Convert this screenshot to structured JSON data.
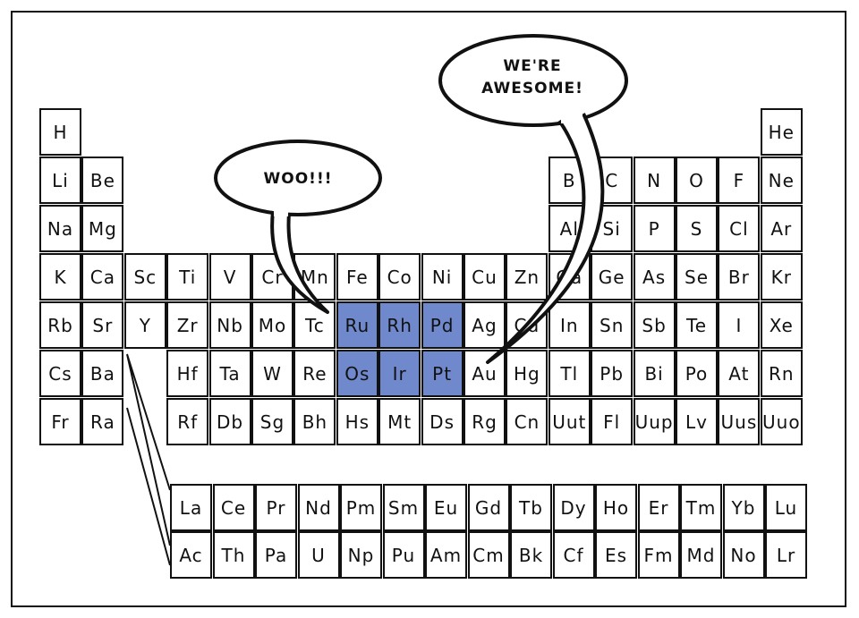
{
  "colors": {
    "highlight": "#7089cc",
    "ink": "#111111"
  },
  "bubbles": {
    "woo": "WOO!!!",
    "awesome_line1": "WE'RE",
    "awesome_line2": "AWESOME!"
  },
  "main_rows": [
    [
      "H",
      "",
      "",
      "",
      "",
      "",
      "",
      "",
      "",
      "",
      "",
      "",
      "",
      "",
      "",
      "",
      "",
      "He"
    ],
    [
      "Li",
      "Be",
      "",
      "",
      "",
      "",
      "",
      "",
      "",
      "",
      "",
      "",
      "B",
      "C",
      "N",
      "O",
      "F",
      "Ne"
    ],
    [
      "Na",
      "Mg",
      "",
      "",
      "",
      "",
      "",
      "",
      "",
      "",
      "",
      "",
      "Al",
      "Si",
      "P",
      "S",
      "Cl",
      "Ar"
    ],
    [
      "K",
      "Ca",
      "Sc",
      "Ti",
      "V",
      "Cr",
      "Mn",
      "Fe",
      "Co",
      "Ni",
      "Cu",
      "Zn",
      "Ga",
      "Ge",
      "As",
      "Se",
      "Br",
      "Kr"
    ],
    [
      "Rb",
      "Sr",
      "Y",
      "Zr",
      "Nb",
      "Mo",
      "Tc",
      "Ru",
      "Rh",
      "Pd",
      "Ag",
      "Cd",
      "In",
      "Sn",
      "Sb",
      "Te",
      "I",
      "Xe"
    ],
    [
      "Cs",
      "Ba",
      "",
      "Hf",
      "Ta",
      "W",
      "Re",
      "Os",
      "Ir",
      "Pt",
      "Au",
      "Hg",
      "Tl",
      "Pb",
      "Bi",
      "Po",
      "At",
      "Rn"
    ],
    [
      "Fr",
      "Ra",
      "",
      "Rf",
      "Db",
      "Sg",
      "Bh",
      "Hs",
      "Mt",
      "Ds",
      "Rg",
      "Cn",
      "Uut",
      "Fl",
      "Uup",
      "Lv",
      "Uus",
      "Uuo"
    ]
  ],
  "lanthanides": [
    "La",
    "Ce",
    "Pr",
    "Nd",
    "Pm",
    "Sm",
    "Eu",
    "Gd",
    "Tb",
    "Dy",
    "Ho",
    "Er",
    "Tm",
    "Yb",
    "Lu"
  ],
  "actinides": [
    "Ac",
    "Th",
    "Pa",
    "U",
    "Np",
    "Pu",
    "Am",
    "Cm",
    "Bk",
    "Cf",
    "Es",
    "Fm",
    "Md",
    "No",
    "Lr"
  ],
  "highlighted": [
    "Ru",
    "Rh",
    "Pd",
    "Os",
    "Ir",
    "Pt"
  ]
}
